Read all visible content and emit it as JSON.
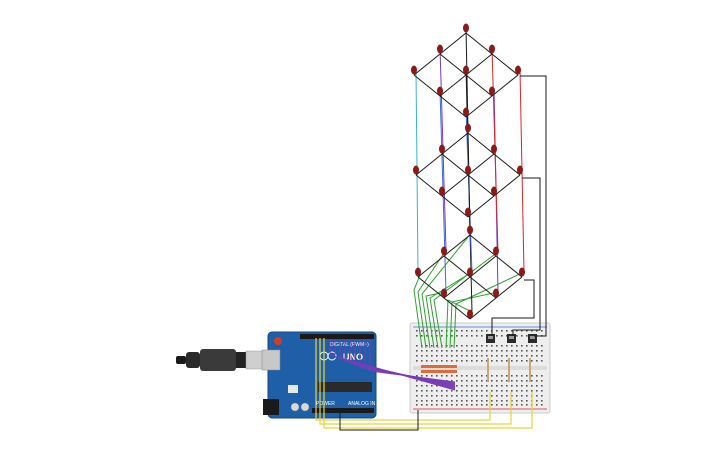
{
  "board": {
    "uno_label": "UNO",
    "digital_label": "DIGITAL (PWM~)",
    "power_label": "POWER",
    "analog_label": "ANALOG IN",
    "board_color": "#1f5fa8",
    "header_color": "#1a1a1a"
  },
  "cube": {
    "layers": 3,
    "leds_per_layer": 9,
    "led_color": "#8b1a1a",
    "frame_color": "#1a1a1a"
  },
  "wires": {
    "purple": "#7a3bb8",
    "green": "#2ea02e",
    "yellow": "#e8d43a",
    "red": "#d6262a",
    "cyan": "#3bb3c9",
    "black": "#1a1a1a"
  },
  "breadboard": {
    "color": "#eeeeee",
    "transistor_count": 3
  }
}
